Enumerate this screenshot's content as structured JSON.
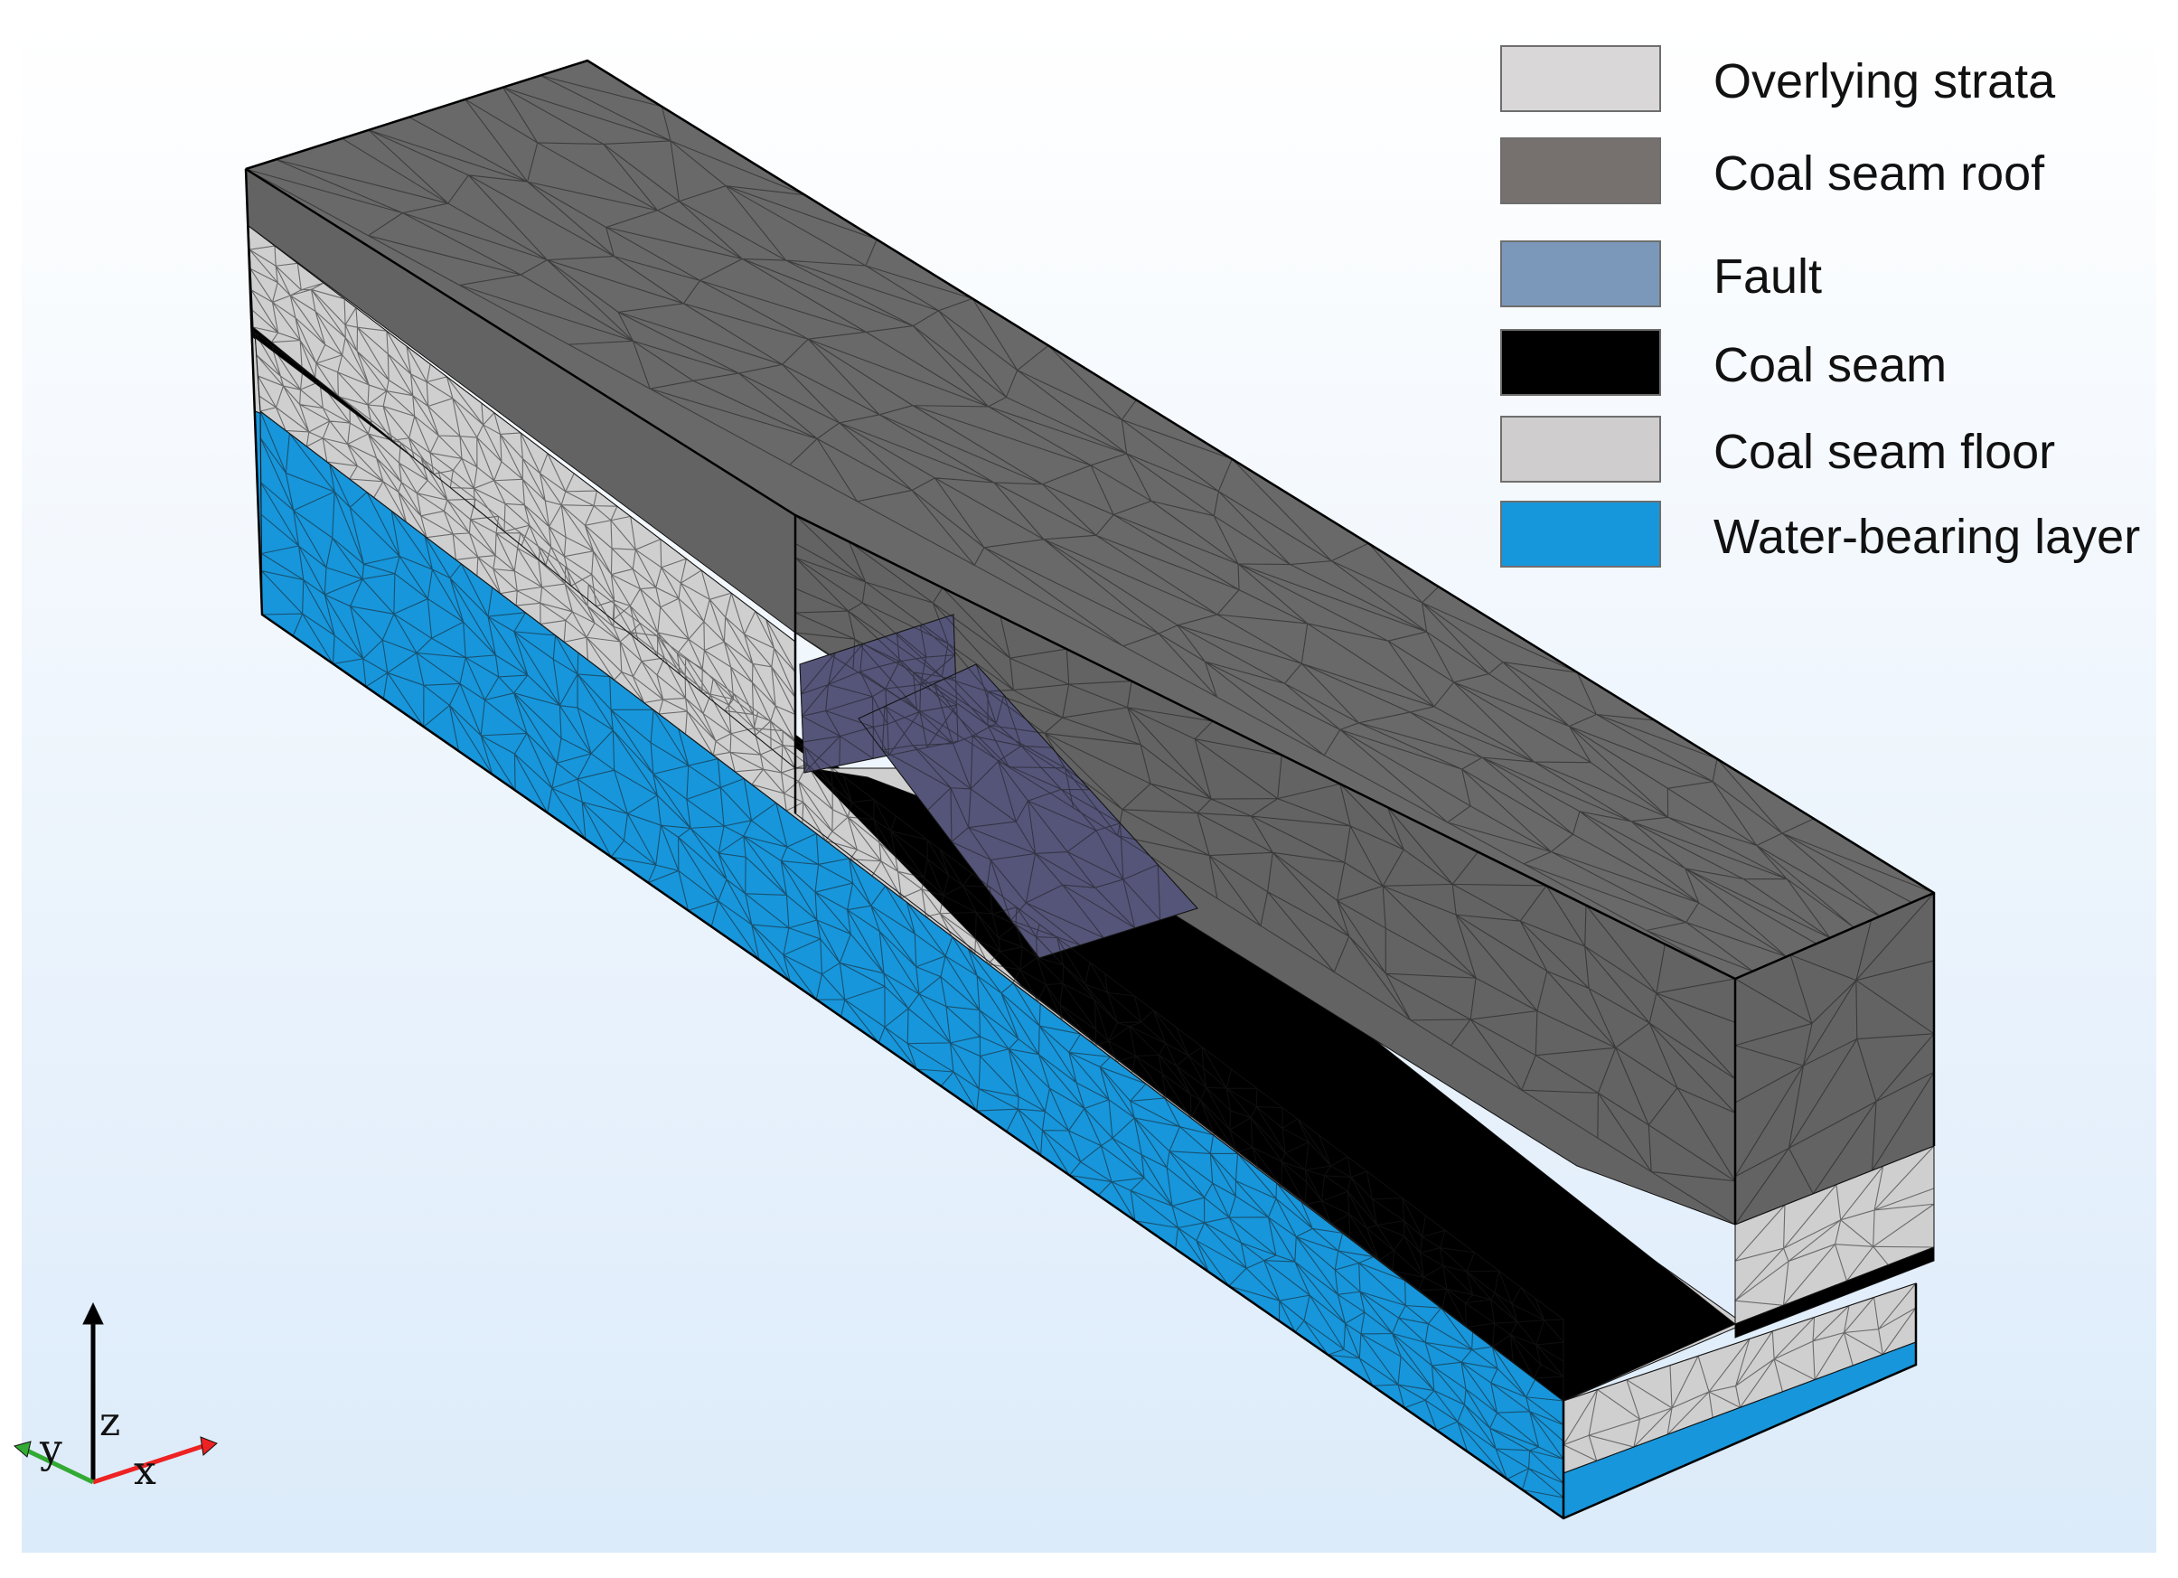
{
  "legend": {
    "items": [
      {
        "label": "Overlying strata",
        "color": "#d9d7d8"
      },
      {
        "label": "Coal seam roof",
        "color": "#76716f"
      },
      {
        "label": "Fault",
        "color": "#7b98ba"
      },
      {
        "label": "Coal seam",
        "color": "#000000"
      },
      {
        "label": "Coal seam floor",
        "color": "#cfcdce"
      },
      {
        "label": "Water-bearing layer",
        "color": "#1797db"
      }
    ]
  },
  "colors": {
    "background_top": "#ffffff",
    "background_bottom": "#dcebfa",
    "roof_top": "#696969",
    "roof_front": "#636363",
    "floor_face": "#cfcfcf",
    "water": "#1796db",
    "coal": "#000000",
    "fault": "#55557a",
    "axis_x": "#ee2222",
    "axis_y": "#33aa33",
    "axis_z": "#000000"
  },
  "axes": {
    "x": "x",
    "y": "y",
    "z": "z"
  }
}
